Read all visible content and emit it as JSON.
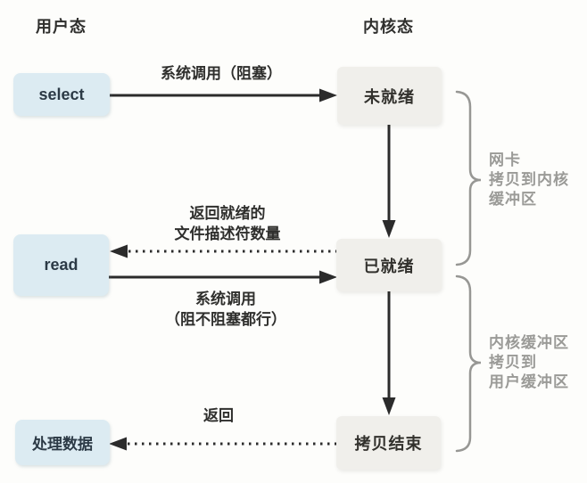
{
  "diagram": {
    "titles": {
      "user_mode": "用户态",
      "kernel_mode": "内核态"
    },
    "nodes": {
      "select": "select",
      "read": "read",
      "process_data": "处理数据",
      "not_ready": "未就绪",
      "ready": "已就绪",
      "copy_done": "拷贝结束"
    },
    "edge_labels": {
      "syscall_blocking": "系统调用（阻塞）",
      "return_ready": [
        "返回就绪的",
        "文件描述符数量"
      ],
      "syscall_optional": [
        "系统调用",
        "（阻不阻塞都行）"
      ],
      "return_copy": "返回"
    },
    "brace_labels": {
      "nic_to_kernel": [
        "网卡",
        "拷贝到内核",
        "缓冲区"
      ],
      "kernel_to_user": [
        "内核缓冲区",
        "拷贝到",
        "用户缓冲区"
      ]
    },
    "colors": {
      "user_box": "#dcebf2",
      "kernel_box": "#f0efeb",
      "arrow": "#2b2b2b",
      "brace": "#979794",
      "label_dark": "#2f2f2d",
      "label_gray": "#9a9a97"
    }
  }
}
